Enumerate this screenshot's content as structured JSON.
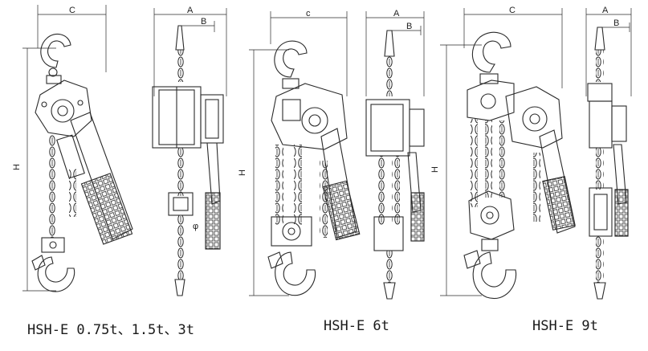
{
  "dimension_labels": {
    "c": "C",
    "a": "A",
    "b": "B",
    "h": "H",
    "c_small": "c",
    "a_small": "A",
    "b_small": "B"
  },
  "captions": {
    "model_1": "HSH-E 0.75t、1.5t、3t",
    "model_2": "HSH-E 6t",
    "model_3": "HSH-E 9t"
  },
  "colors": {
    "line": "#2a2a2a",
    "background": "#ffffff"
  }
}
